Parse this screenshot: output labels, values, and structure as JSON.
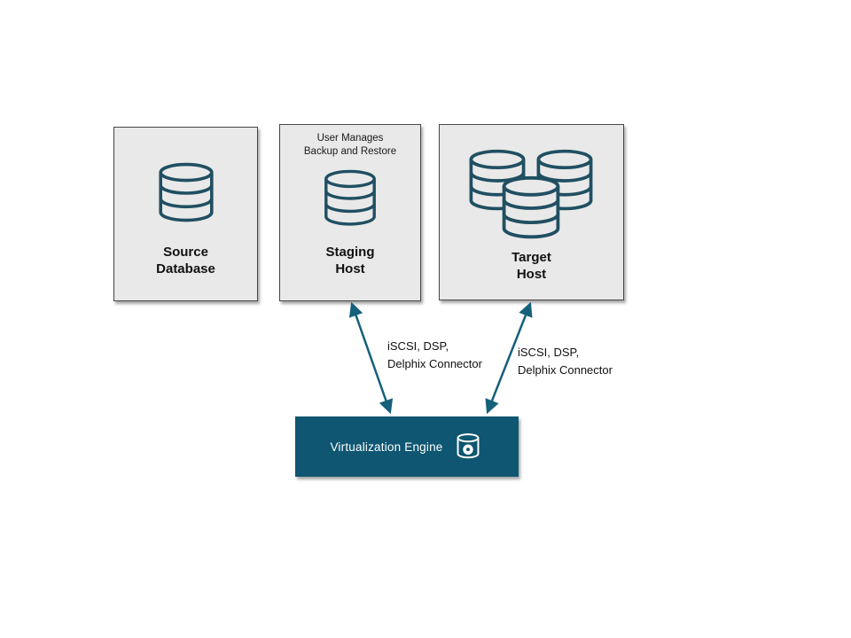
{
  "diagram": {
    "source": {
      "label_line1": "Source",
      "label_line2": "Database"
    },
    "staging": {
      "note_line1": "User Manages",
      "note_line2": "Backup and Restore",
      "label_line1": "Staging",
      "label_line2": "Host"
    },
    "target": {
      "label_line1": "Target",
      "label_line2": "Host"
    },
    "engine": {
      "label": "Virtualization Engine"
    },
    "connections": [
      {
        "label_line1": "iSCSI, DSP,",
        "label_line2": "Delphix Connector"
      },
      {
        "label_line1": "iSCSI, DSP,",
        "label_line2": "Delphix Connector"
      }
    ],
    "colors": {
      "box_bg": "#e9e9e9",
      "box_border": "#474747",
      "cylinder_stroke": "#204f62",
      "engine_bg": "#0e5671",
      "engine_text": "#ffffff",
      "arrow": "#15607a"
    }
  }
}
